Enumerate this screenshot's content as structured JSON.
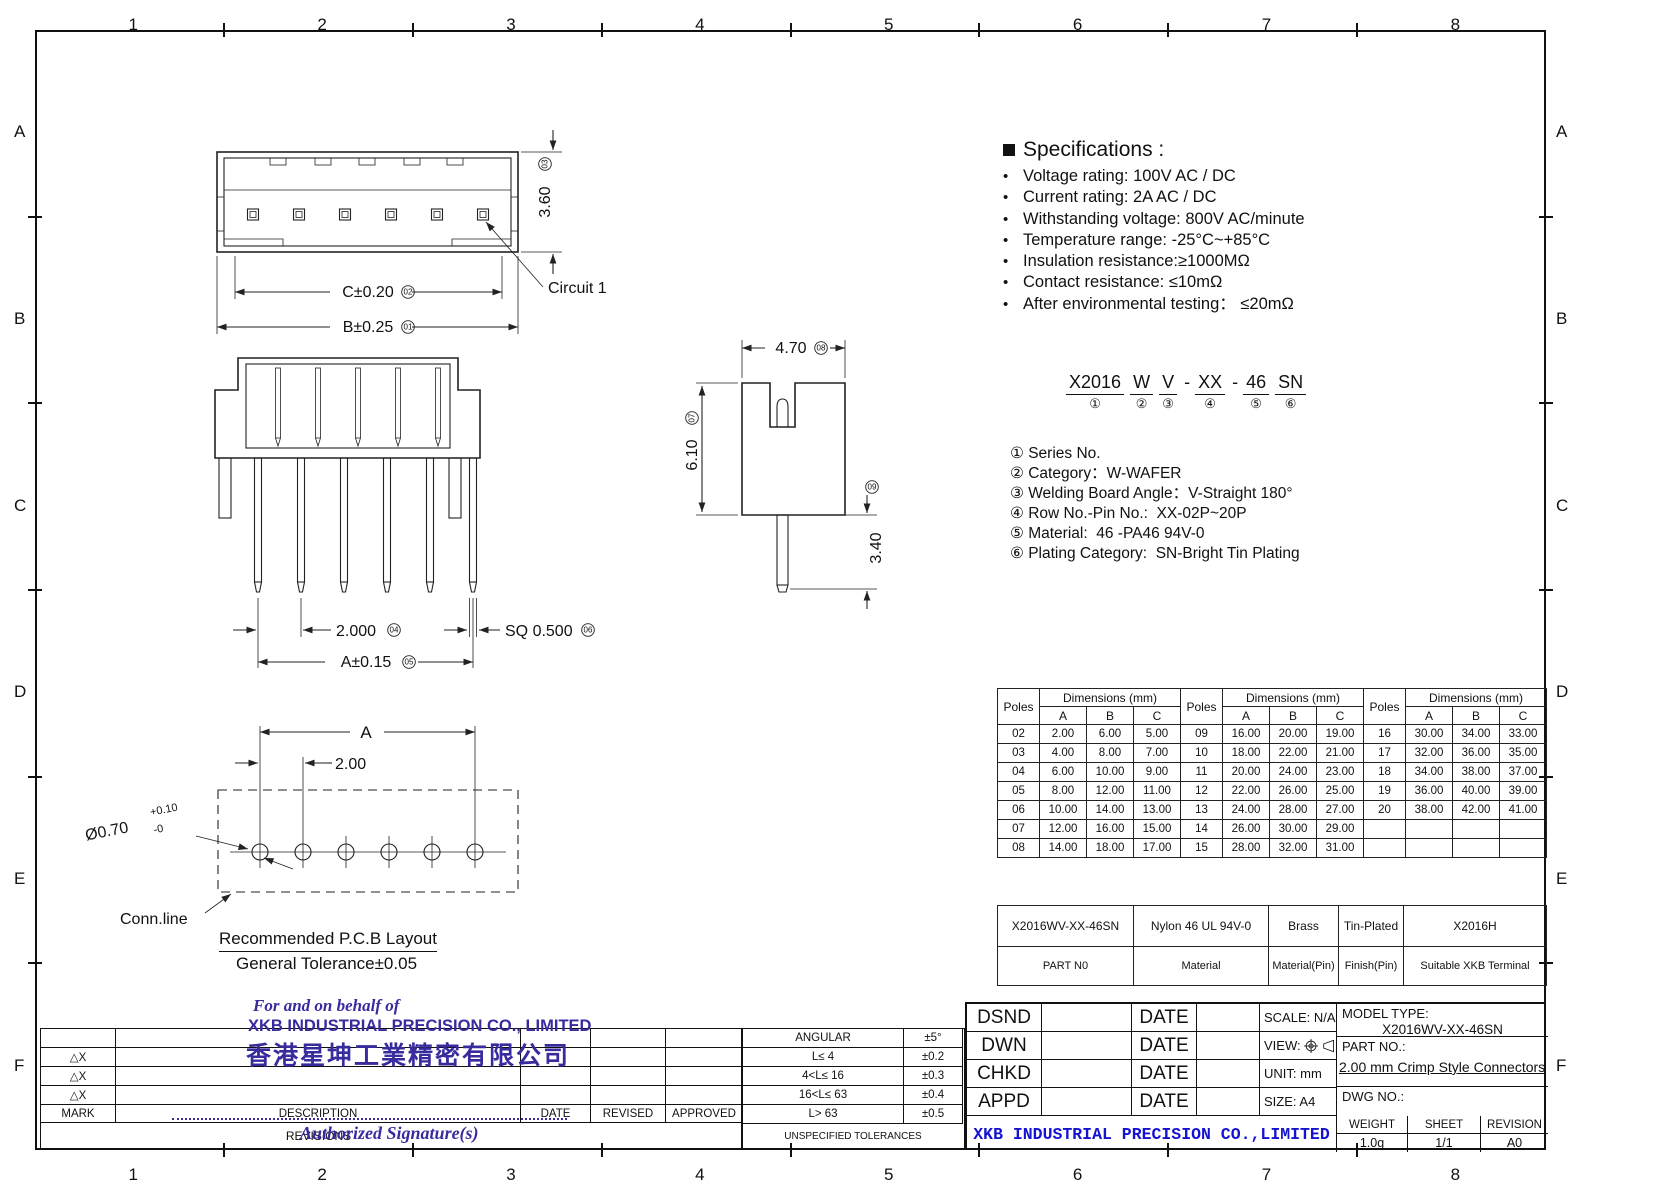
{
  "grid": {
    "cols": [
      "1",
      "2",
      "3",
      "4",
      "5",
      "6",
      "7",
      "8"
    ],
    "rows": [
      "A",
      "B",
      "C",
      "D",
      "E",
      "F"
    ]
  },
  "specifications": {
    "marker": "■",
    "bullet": "•",
    "title": "Specifications :",
    "items": [
      "Voltage rating: 100V AC / DC",
      "Current rating: 2A  AC / DC",
      "Withstanding voltage: 800V AC/minute",
      "Temperature range: -25°C~+85°C",
      "Insulation resistance:≥1000MΩ",
      "Contact resistance: ≤10mΩ",
      "After environmental testing： ≤20mΩ"
    ]
  },
  "part_number": {
    "segments": [
      {
        "prefix": "",
        "text": "X2016",
        "mark": "①"
      },
      {
        "prefix": "",
        "text": "W",
        "mark": "②"
      },
      {
        "prefix": "",
        "text": "V",
        "mark": "③"
      },
      {
        "prefix": "-",
        "text": "XX",
        "mark": "④"
      },
      {
        "prefix": "-",
        "text": "46",
        "mark": "⑤"
      },
      {
        "prefix": "",
        "text": "SN",
        "mark": "⑥"
      }
    ],
    "legend": [
      "① Series No.",
      "② Category：W-WAFER",
      "③ Welding Board Angle：V-Straight 180°",
      "④ Row No.-Pin No.:  XX-02P~20P",
      "⑤ Material:  46 -PA46 94V-0",
      "⑥ Plating Category:  SN-Bright Tin Plating"
    ]
  },
  "drawings": {
    "top_view": {
      "dim_c": "C±0.20",
      "dim_c_mark": "02",
      "dim_b": "B±0.25",
      "dim_b_mark": "01",
      "dim_h": "3.60",
      "dim_h_mark": "03",
      "circuit_label": "Circuit 1"
    },
    "front_view": {
      "dim_pitch": "2.000",
      "dim_pitch_mark": "04",
      "dim_sq": "SQ 0.500",
      "dim_sq_mark": "06",
      "dim_a": "A±0.15",
      "dim_a_mark": "05"
    },
    "side_view": {
      "dim_w": "4.70",
      "dim_w_mark": "08",
      "dim_h": "6.10",
      "dim_h_mark": "07",
      "dim_pin": "3.40",
      "dim_pin_mark": "09"
    },
    "pcb_layout": {
      "dim_a": "A",
      "dim_pitch": "2.00",
      "hole_label": "Ø0.70",
      "hole_sup": "+0.10",
      "hole_sub": "-0",
      "conn_label": "Conn.line",
      "caption": "Recommended P.C.B Layout",
      "subcaption": "General Tolerance±0.05"
    }
  },
  "dims_table": {
    "header_poles": "Poles",
    "header_dims": "Dimensions (mm)",
    "sub_headers": [
      "A",
      "B",
      "C"
    ],
    "groups": [
      {
        "rows": [
          [
            "02",
            "2.00",
            "6.00",
            "5.00"
          ],
          [
            "03",
            "4.00",
            "8.00",
            "7.00"
          ],
          [
            "04",
            "6.00",
            "10.00",
            "9.00"
          ],
          [
            "05",
            "8.00",
            "12.00",
            "11.00"
          ],
          [
            "06",
            "10.00",
            "14.00",
            "13.00"
          ],
          [
            "07",
            "12.00",
            "16.00",
            "15.00"
          ],
          [
            "08",
            "14.00",
            "18.00",
            "17.00"
          ]
        ]
      },
      {
        "rows": [
          [
            "09",
            "16.00",
            "20.00",
            "19.00"
          ],
          [
            "10",
            "18.00",
            "22.00",
            "21.00"
          ],
          [
            "11",
            "20.00",
            "24.00",
            "23.00"
          ],
          [
            "12",
            "22.00",
            "26.00",
            "25.00"
          ],
          [
            "13",
            "24.00",
            "28.00",
            "27.00"
          ],
          [
            "14",
            "26.00",
            "30.00",
            "29.00"
          ],
          [
            "15",
            "28.00",
            "32.00",
            "31.00"
          ]
        ]
      },
      {
        "rows": [
          [
            "16",
            "30.00",
            "34.00",
            "33.00"
          ],
          [
            "17",
            "32.00",
            "36.00",
            "35.00"
          ],
          [
            "18",
            "34.00",
            "38.00",
            "37.00"
          ],
          [
            "19",
            "36.00",
            "40.00",
            "39.00"
          ],
          [
            "20",
            "38.00",
            "42.00",
            "41.00"
          ],
          [
            "",
            "",
            "",
            ""
          ],
          [
            "",
            "",
            "",
            ""
          ]
        ]
      }
    ]
  },
  "material_table": {
    "values": [
      "X2016WV-XX-46SN",
      "Nylon 46  UL 94V-0",
      "Brass",
      "Tin-Plated",
      "X2016H"
    ],
    "labels": [
      "PART N0",
      "Material",
      "Material(Pin)",
      "Finish(Pin)",
      "Suitable XKB Terminal"
    ]
  },
  "tolerances": {
    "rows": [
      [
        "ANGULAR",
        "±5°"
      ],
      [
        "L≤ 4",
        "±0.2"
      ],
      [
        "4<L≤ 16",
        "±0.3"
      ],
      [
        "16<L≤ 63",
        "±0.4"
      ],
      [
        "L> 63",
        "±0.5"
      ]
    ],
    "footer": "UNSPECIFIED TOLERANCES"
  },
  "revisions": {
    "marks": [
      "",
      "△X",
      "△X",
      "△X"
    ],
    "headers": [
      "MARK",
      "DESCRIPTION",
      "DATE",
      "REVISED",
      "APPROVED"
    ],
    "footer": "REVISIONS"
  },
  "stamp": {
    "line1": "For and on behalf of",
    "line2": "XKB INDUSTRIAL PRECISION CO., LIMITED",
    "line3": "香港星坤工業精密有限公司",
    "signature": "Authorized Signature(s)"
  },
  "title_block": {
    "rows": [
      {
        "label": "DSND",
        "date": "DATE",
        "meta": "SCALE: N/A"
      },
      {
        "label": "DWN",
        "date": "DATE",
        "meta": "VIEW:"
      },
      {
        "label": "CHKD",
        "date": "DATE",
        "meta": "UNIT:  mm"
      },
      {
        "label": "APPD",
        "date": "DATE",
        "meta": "SIZE: A4"
      }
    ],
    "model_type_label": "MODEL TYPE:",
    "model_type": "X2016WV-XX-46SN",
    "part_no_label": "PART NO.:",
    "product": "2.00 mm Crimp Style Connectors",
    "dwg_no_label": "DWG NO.:",
    "company": "XKB INDUSTRIAL PRECISION CO.,LIMITED",
    "weight_label": "WEIGHT",
    "weight": "1.0g",
    "sheet_label": "SHEET",
    "sheet": "1/1",
    "revision_label": "REVISION",
    "revision": "A0"
  }
}
